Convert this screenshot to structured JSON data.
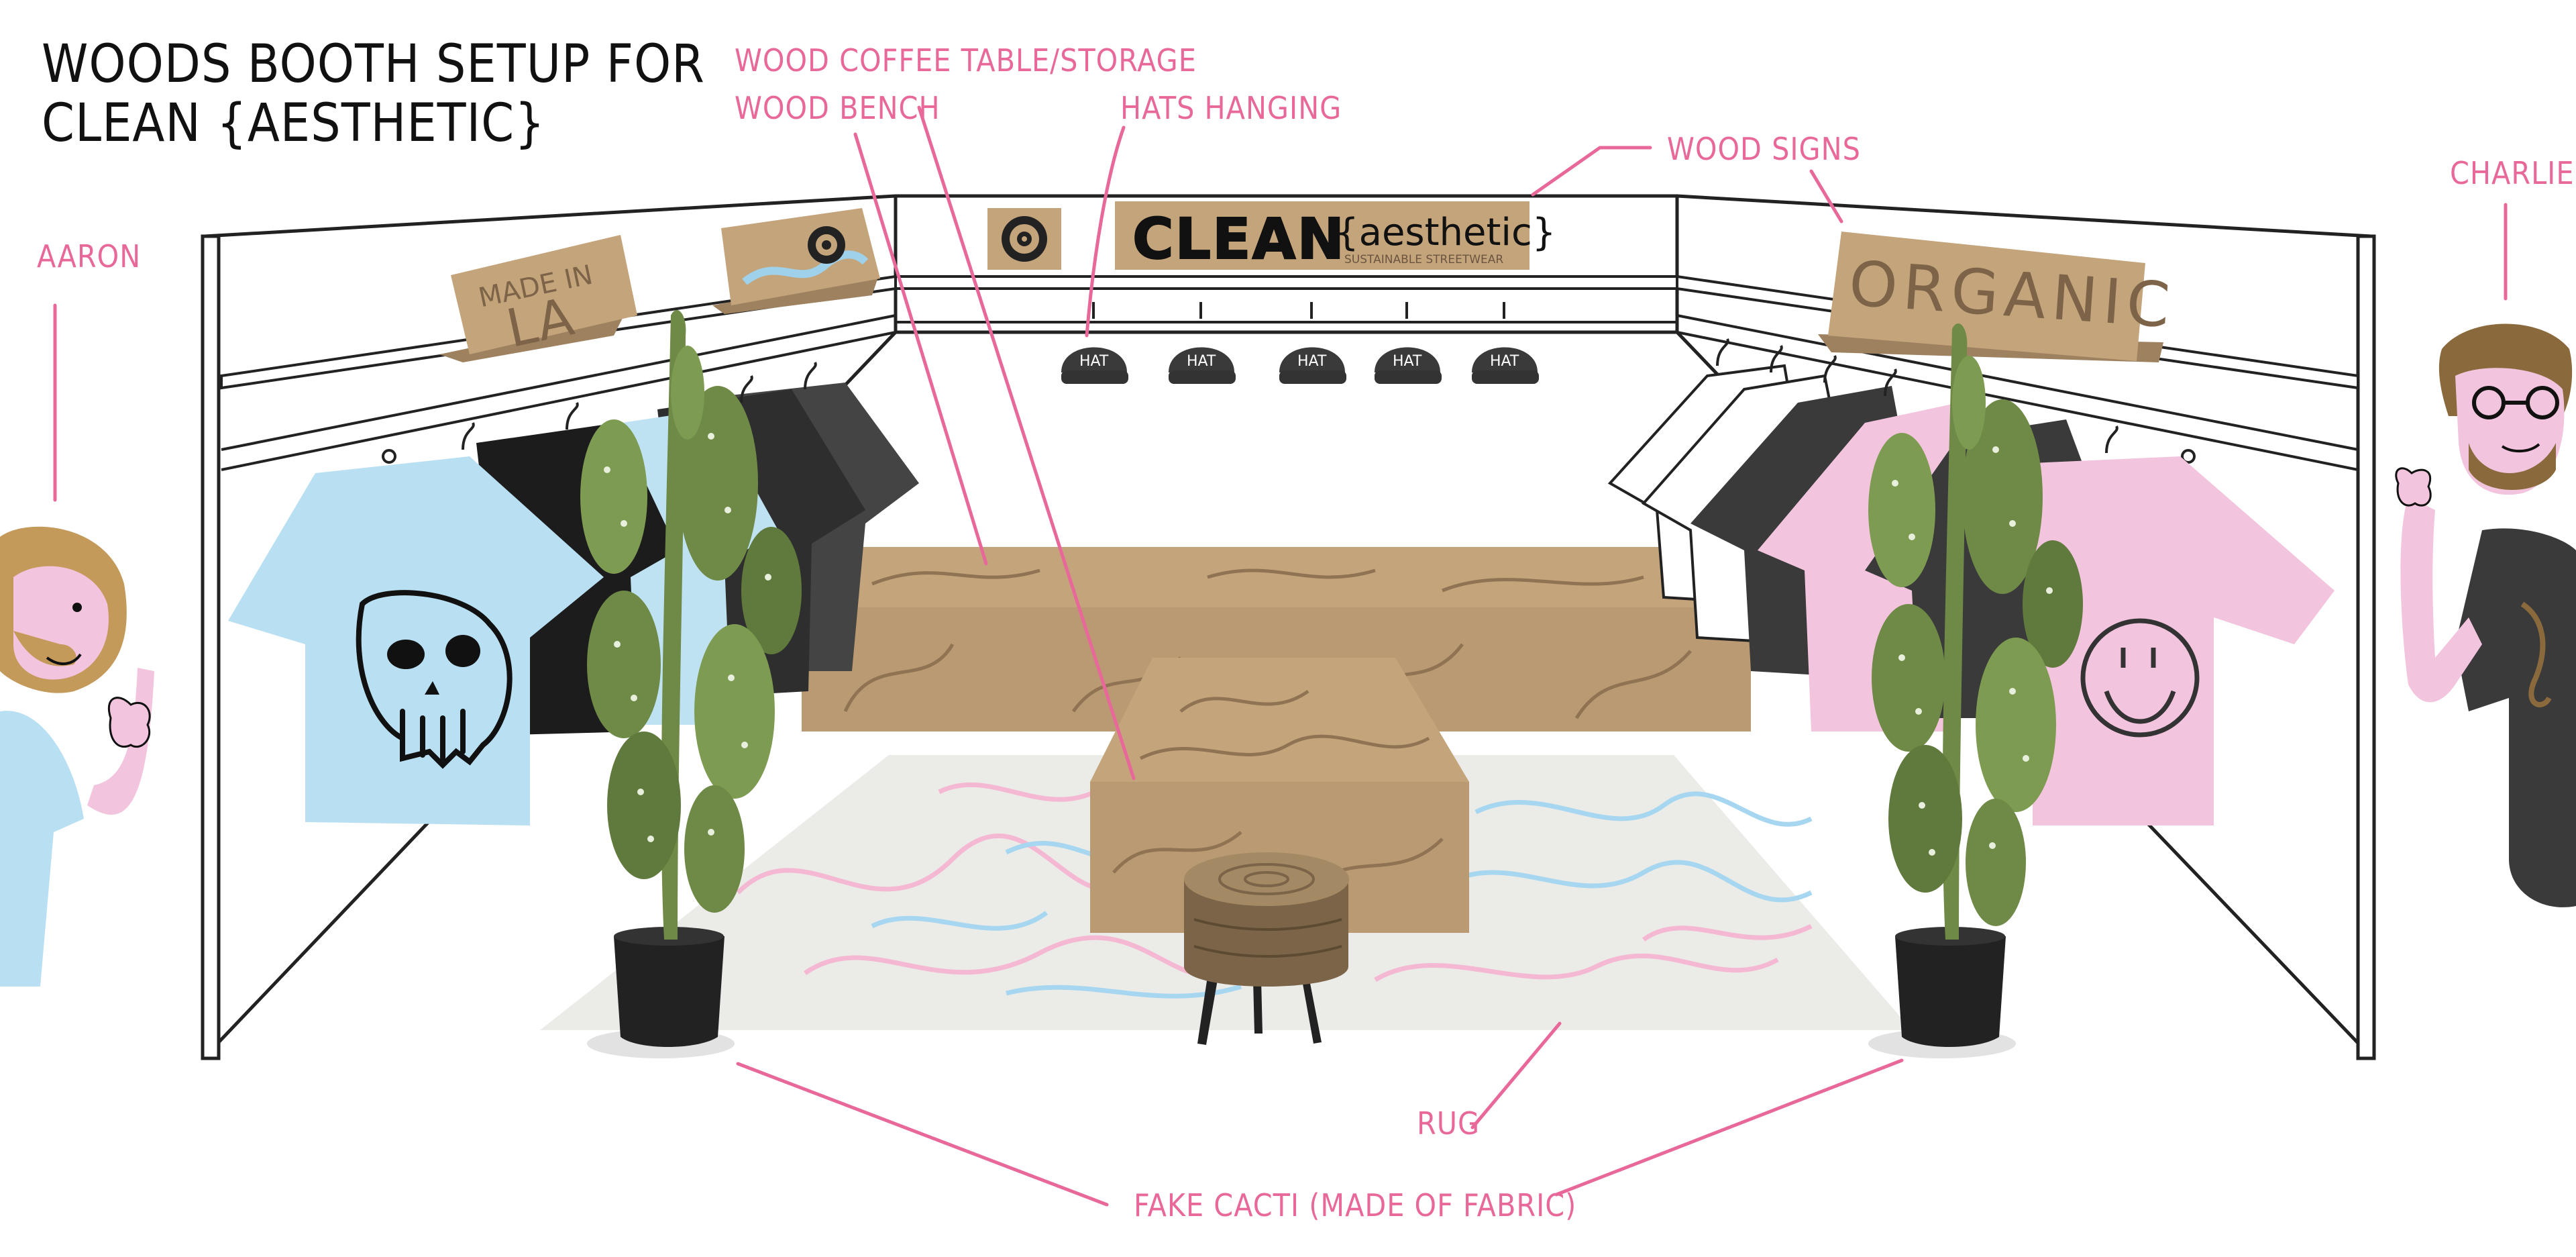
{
  "title": {
    "line1": "WOODS BOOTH SETUP FOR",
    "line2": "CLEAN {AESTHETIC}"
  },
  "labels": {
    "coffee_table": "WOOD COFFEE TABLE/STORAGE",
    "bench": "WOOD BENCH",
    "hats": "HATS HANGING",
    "signs": "WOOD SIGNS",
    "aaron": "AARON",
    "charlie": "CHARLIE",
    "rug": "RUG",
    "cacti": "FAKE CACTI (MADE OF FABRIC)"
  },
  "signs": {
    "made_in_1": "MADE IN",
    "made_in_2": "LA",
    "clean": "CLEAN",
    "aesthetic": "{aesthetic}",
    "tagline": "SUSTAINABLE STREETWEAR",
    "organic": "ORGANIC"
  },
  "hats": [
    "HAT",
    "HAT",
    "HAT",
    "HAT",
    "HAT"
  ],
  "colors": {
    "label_pink": "#e8689a",
    "wood": "#c4a47b",
    "light_blue": "#b9e0f2",
    "pink_shirt": "#f3c4dd",
    "dark_shirt": "#3a3a3a",
    "cactus": "#6e8a46",
    "rug": "#ebebe8"
  }
}
